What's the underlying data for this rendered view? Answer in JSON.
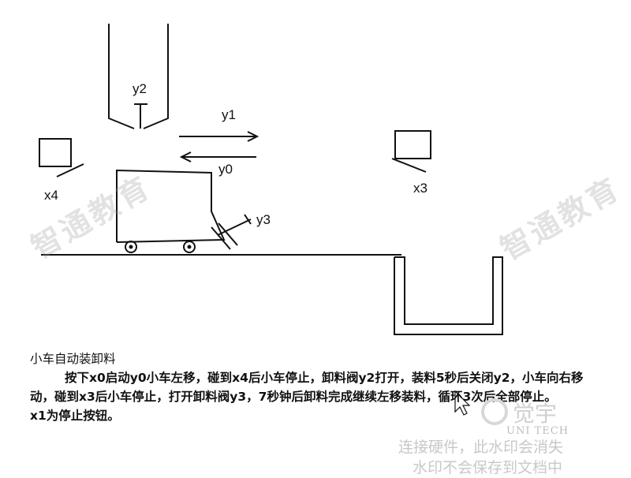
{
  "diagram": {
    "labels": {
      "y2": "y2",
      "y1": "y1",
      "y0": "y0",
      "y3": "y3",
      "x4": "x4",
      "x3": "x3"
    }
  },
  "watermarks": {
    "brand_text": "智通教育",
    "logo_name": "觉宇",
    "logo_en": "UNI TECH",
    "notice_line1": "连接硬件，此水印会消失",
    "notice_line2": "水印不会保存到文档中"
  },
  "description": {
    "title": "小车自动装卸料",
    "body": "按下x0启动y0小车左移，碰到x4后小车停止，卸料阀y2打开，装料5秒后关闭y2，小车向右移动，碰到x3后小车停止，打开卸料阀y3，7秒钟后卸料完成继续左移装料，循环3次后全部停止。",
    "note": "x1为停止按钮。"
  }
}
